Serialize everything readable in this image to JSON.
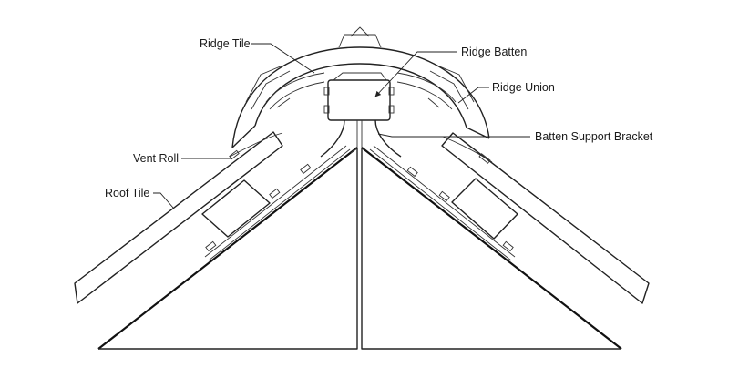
{
  "labels": {
    "ridge_tile": "Ridge Tile",
    "ridge_batten": "Ridge Batten",
    "ridge_union": "Ridge Union",
    "vent_roll": "Vent Roll",
    "batten_support_bracket": "Batten Support Bracket",
    "roof_tile": "Roof Tile"
  }
}
